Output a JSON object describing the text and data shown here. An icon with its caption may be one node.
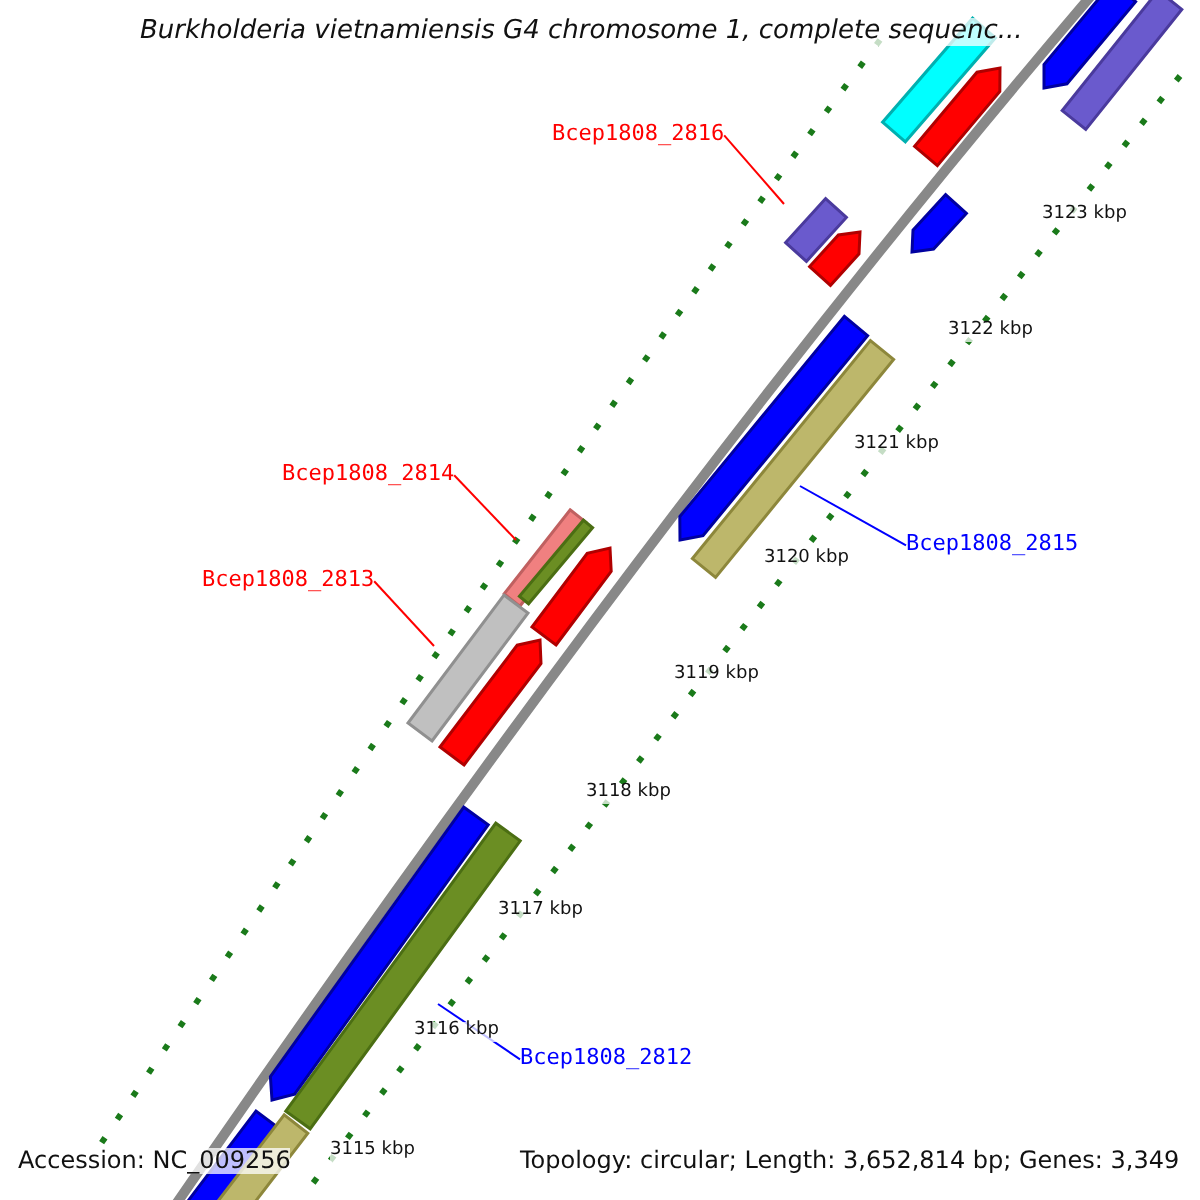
{
  "diagram": {
    "title": "Burkholderia vietnamiensis G4 chromosome 1, complete sequenc...",
    "nodes": [
      {
        "text": [
          "Bcep1808_2816"
        ]
      },
      {
        "text": [],
        "shape": "bar"
      },
      {
        "text": [
          "Bcep1808_2814"
        ]
      },
      {
        "text": [],
        "shape": "bar"
      },
      {
        "text": [
          "Bcep1808_2813"
        ]
      },
      {
        "text": [],
        "shape": "bar"
      },
      {
        "text": [
          "Bcep1808_2815"
        ]
      },
      {
        "text": [],
        "shape": "bar"
      },
      {
        "text": [
          "Bcep1808_2812"
        ]
      },
      {
        "text": [],
        "shape": "bar"
      },
      {
        "text": [],
        "shape": "bar"
      },
      {
        "text": [],
        "shape": "bar"
      },
      {
        "text": [],
        "shape": "bar"
      },
      {
        "text": [],
        "shape": "bar"
      },
      {
        "text": [],
        "shape": "bar"
      },
      {
        "text": [],
        "shape": "bar"
      },
      {
        "text": [],
        "shape": "bar"
      },
      {
        "text": [],
        "shape": "bar"
      },
      {
        "text": [],
        "shape": "bar"
      },
      {
        "text": [],
        "shape": "bar"
      },
      {
        "text": [],
        "shape": "bar"
      },
      {
        "text": [],
        "shape": "bar"
      },
      {
        "text": [],
        "shape": "bar"
      }
    ],
    "edges": [
      {
        "from": 0,
        "to": 1,
        "arrow": "none"
      },
      {
        "from": 2,
        "to": 3,
        "arrow": "none"
      },
      {
        "from": 4,
        "to": 5,
        "arrow": "none"
      },
      {
        "from": 6,
        "to": 7,
        "arrow": "none",
        "color": "#0000ff"
      },
      {
        "from": 8,
        "to": 9,
        "arrow": "none",
        "color": "#0000ff"
      }
    ],
    "labels": [
      "3123 kbp",
      "3122 kbp",
      "3121 kbp",
      "3120 kbp",
      "3119 kbp",
      "3118 kbp",
      "3117 kbp",
      "3116 kbp",
      "3115 kbp",
      "Accession: NC_009256",
      "Topology: circular; Length: 3,652,814 bp; Genes: 3,349"
    ]
  }
}
